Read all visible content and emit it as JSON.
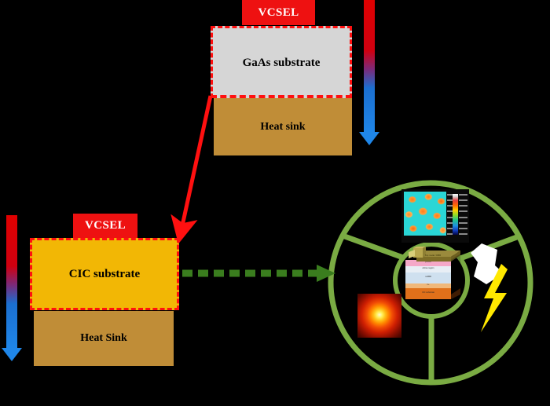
{
  "figure": {
    "background_color": "#000000",
    "title": ""
  },
  "conventional_device": {
    "vcsel_label": "VCSEL",
    "substrate_label": "GaAs substrate",
    "substrate_color": "#d6d6d6",
    "heatsink_label": "Heat sink",
    "heatsink_color": "#c08d37",
    "outline_color": "#ff1010"
  },
  "improved_device": {
    "vcsel_label": "VCSEL",
    "substrate_label": "CIC substrate",
    "substrate_color": "#f2b705",
    "heatsink_label": "Heat Sink",
    "heatsink_color": "#c08d37",
    "outline_color": "#ff1010"
  },
  "thermal_arrows": {
    "right_arrow_name": "heat-flow-gradient-arrow-right",
    "left_arrow_name": "heat-flow-gradient-arrow-left",
    "hot_color": "#e00000",
    "cold_color": "#1f86e8"
  },
  "connectors": {
    "replacement_arrow_color": "#ff1010",
    "process_arrow_color": "#3a7d1e",
    "process_arrow_style": "dashed"
  },
  "results_wheel": {
    "ring_color": "#7aab43",
    "sectors": [
      {
        "name": "thermal-imaging-sector",
        "icon": "thermal-array-image"
      },
      {
        "name": "optical-efficiency-sector",
        "icon": "white-light-burst"
      },
      {
        "name": "electrical-sector",
        "icon": "lightning-bolt"
      },
      {
        "name": "beam-profile-sector",
        "icon": "near-field-beam-spot"
      }
    ],
    "hub": {
      "name": "vcsel-epitaxial-stack",
      "layers": [
        {
          "label": "Top metal / DBR",
          "color": "#8d7a2a"
        },
        {
          "label": "p-DBR",
          "color": "#f5a8c8"
        },
        {
          "label": "Active region",
          "color": "#e8eef5"
        },
        {
          "label": "n-DBR",
          "color": "#cfe0ef"
        },
        {
          "label": "n+",
          "color": "#f0b87a"
        },
        {
          "label": "CIC substrate",
          "color": "#e0701a"
        }
      ]
    }
  },
  "legend": {
    "lightning_color": "#ffe800",
    "burst_color": "#ffffff",
    "spot_hot_color": "#fffbd0",
    "spot_cold_color": "#3d0400"
  }
}
